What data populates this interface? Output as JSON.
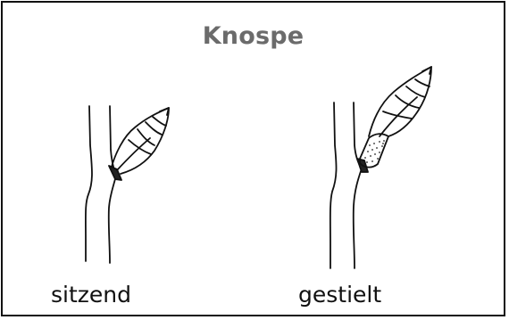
{
  "title": "Knospe",
  "labels": {
    "left": "sitzend",
    "right": "gestielt"
  }
}
